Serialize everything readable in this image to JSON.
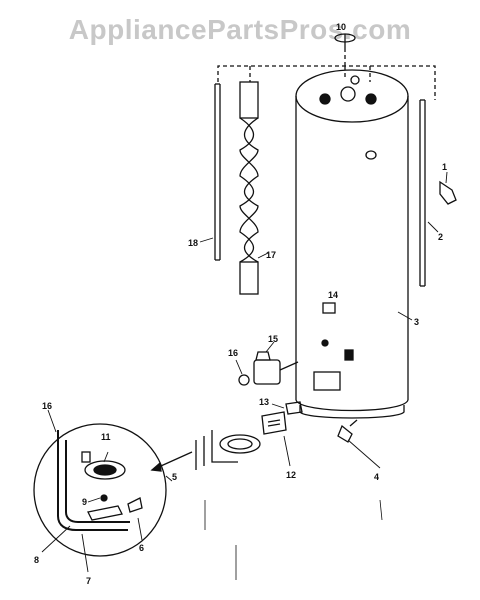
{
  "watermark": "AppliancePartsPros.com",
  "callouts": {
    "c1": "1",
    "c2": "2",
    "c3": "3",
    "c4": "4",
    "c5": "5",
    "c6": "6",
    "c7": "7",
    "c8": "8",
    "c9": "9",
    "c10": "10",
    "c11": "11",
    "c12": "12",
    "c13": "13",
    "c14": "14",
    "c15": "15",
    "c16a": "16",
    "c16b": "16",
    "c17": "17",
    "c18": "18"
  },
  "colors": {
    "line": "#111111",
    "watermark": "#c8c8c8"
  }
}
